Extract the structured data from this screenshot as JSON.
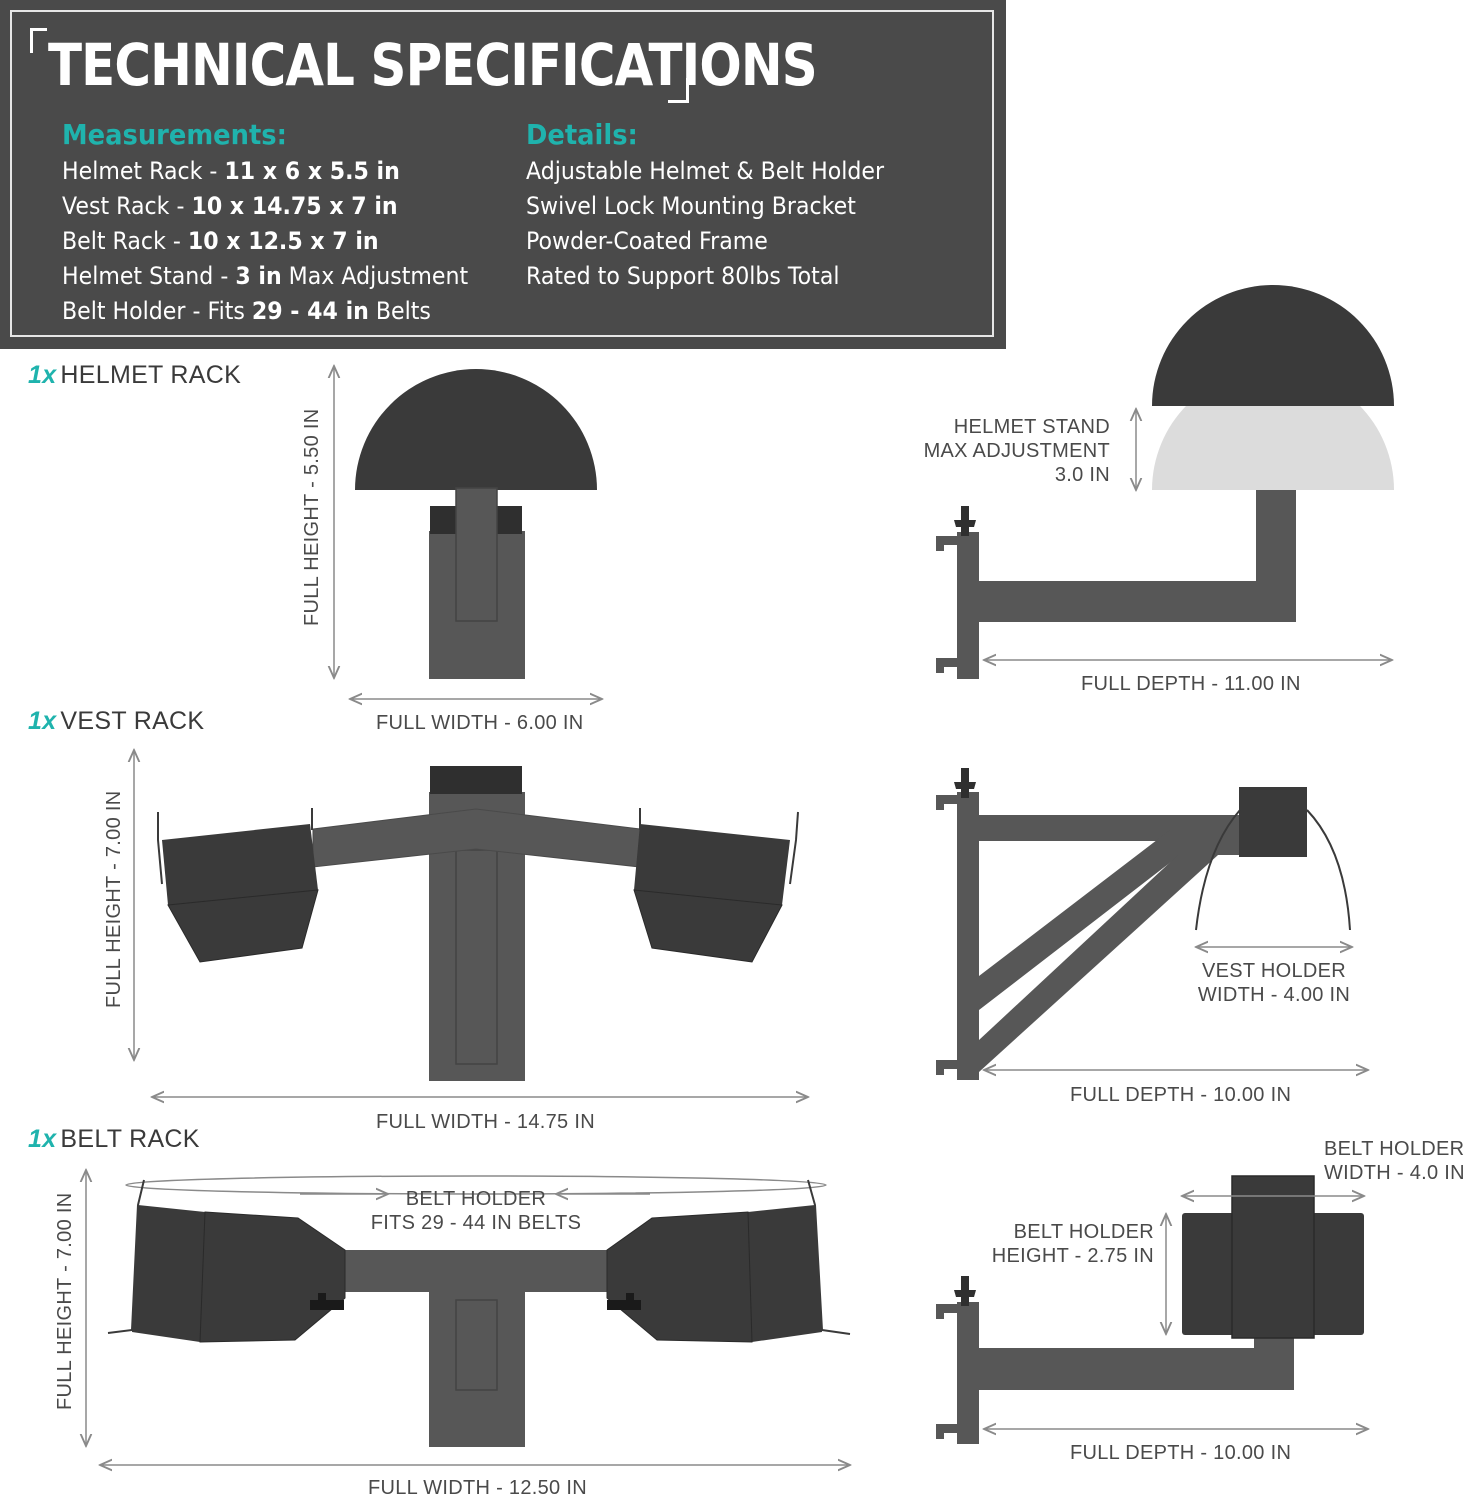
{
  "specs": {
    "title": "TECHNICAL SPECIFICATIONS",
    "measurements_heading": "Measurements:",
    "details_heading": "Details:",
    "measurements": [
      {
        "name": "Helmet Rack",
        "value": "11 x 6 x 5.5 in",
        "suffix": ""
      },
      {
        "name": "Vest Rack",
        "value": "10 x 14.75 x 7 in",
        "suffix": ""
      },
      {
        "name": "Belt Rack",
        "value": "10 x 12.5 x 7 in",
        "suffix": ""
      },
      {
        "name": "Helmet Stand",
        "value": "3 in",
        "suffix": " Max Adjustment"
      },
      {
        "name": "Belt Holder",
        "value": "29 - 44 in",
        "suffix": " Belts",
        "prefix": "Fits "
      }
    ],
    "details": [
      "Adjustable Helmet & Belt Holder",
      "Swivel Lock Mounting Bracket",
      "Powder-Coated Frame",
      "Rated to Support 80lbs Total"
    ]
  },
  "sections": {
    "helmet": {
      "qty": "1x",
      "name": "HELMET RACK"
    },
    "vest": {
      "qty": "1x",
      "name": "VEST RACK"
    },
    "belt": {
      "qty": "1x",
      "name": "BELT RACK"
    }
  },
  "dimensions": {
    "helmet_height": "FULL HEIGHT - 5.50 IN",
    "helmet_width": "FULL WIDTH - 6.00 IN",
    "helmet_depth": "FULL DEPTH - 11.00 IN",
    "helmet_stand": [
      "HELMET STAND",
      "MAX ADJUSTMENT",
      "3.0 IN"
    ],
    "vest_height": "FULL HEIGHT - 7.00 IN",
    "vest_width": "FULL WIDTH - 14.75 IN",
    "vest_depth": "FULL DEPTH - 10.00 IN",
    "vest_holder": [
      "VEST HOLDER",
      "WIDTH - 4.00 IN"
    ],
    "belt_height": "FULL HEIGHT - 7.00 IN",
    "belt_width": "FULL WIDTH - 12.50 IN",
    "belt_depth": "FULL DEPTH - 10.00 IN",
    "belt_fits": [
      "BELT HOLDER",
      "FITS 29 - 44 IN BELTS"
    ],
    "belt_holder_width": [
      "BELT HOLDER",
      "WIDTH - 4.0 IN"
    ],
    "belt_holder_height": [
      "BELT HOLDER",
      "HEIGHT - 2.75 IN"
    ]
  },
  "colors": {
    "dark": "#3a3a3a",
    "frame": "#575757",
    "light": "#dcdcdc",
    "accent": "#1fb3ad",
    "line": "#8a8a8a"
  }
}
